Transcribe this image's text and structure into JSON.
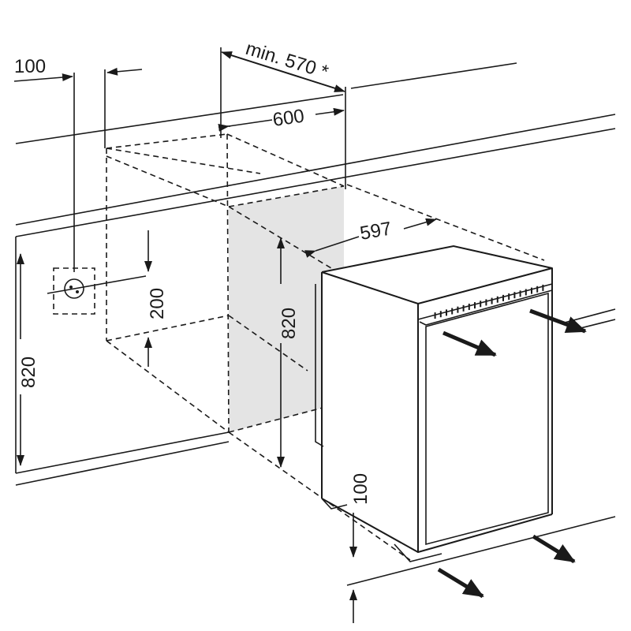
{
  "labels": {
    "min_depth": "min. 570 *",
    "niche_depth": "600",
    "appliance_depth": "597",
    "socket_offset": "100",
    "socket_height": "200",
    "niche_height": "820",
    "appliance_height": "820",
    "plinth_height": "100"
  },
  "colors": {
    "line": "#1a1a1a",
    "shade": "#e4e4e4",
    "background": "#ffffff"
  },
  "icons": {
    "socket": "power-socket-icon",
    "airflow": "airflow-arrow-icon"
  }
}
